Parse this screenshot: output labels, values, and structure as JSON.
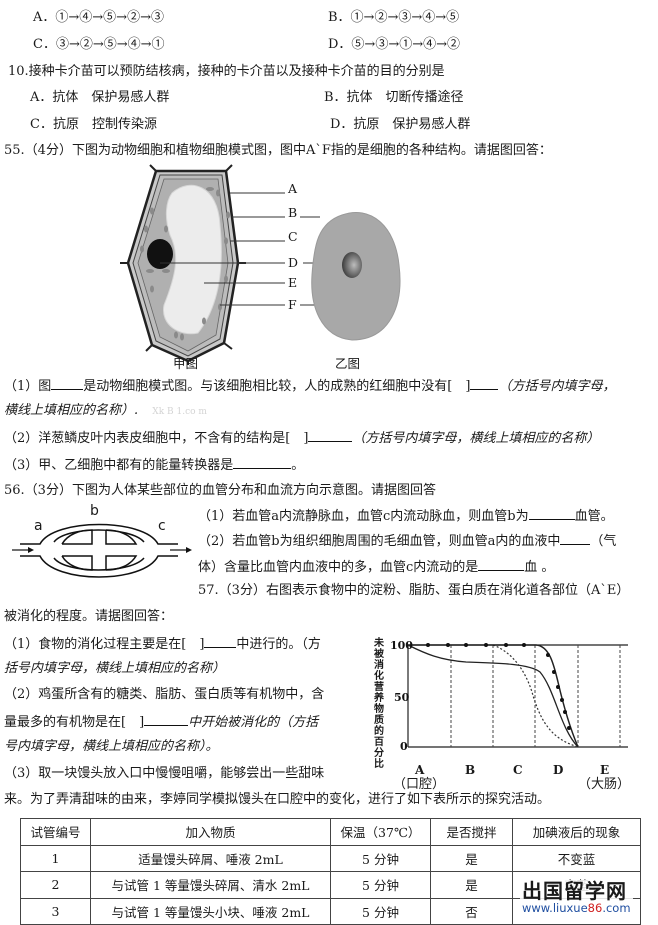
{
  "q9_options": {
    "A": "A．①→④→⑤→②→③",
    "B": "B．①→②→③→④→⑤",
    "C": "C．③→②→⑤→④→①",
    "D": "D．⑤→③→①→④→②"
  },
  "q10": {
    "stem": "10.接种卡介苗可以预防结核病，接种的卡介苗以及接种卡介苗的目的分别是",
    "A": "A．抗体　保护易感人群",
    "B": "B．抗体　切断传播途径",
    "C": "C．抗原　控制传染源",
    "D": "D．抗原　保护易感人群"
  },
  "q55": {
    "stem": "55.（4分）下图为动物细胞和植物细胞模式图，图中A`F指的是细胞的各种结构。请据图回答：",
    "figure_labels": [
      "A",
      "B",
      "C",
      "D",
      "E",
      "F"
    ],
    "caption_left": "甲图",
    "caption_right": "乙图",
    "sub1_a": "（1）图",
    "sub1_b": "是动物细胞模式图。与该细胞相比较，人的成熟的红细胞中没有[　]",
    "sub1_c": "（方括号内填字母，",
    "sub1_d": "横线上填相应的名称）.",
    "sub1_watermark": "Xk B 1.co m",
    "sub2_a": "（2）洋葱鳞皮叶内表皮细胞中，不含有的结构是[　]",
    "sub2_b": "（方括号内填字母，横线上填相应的名称）",
    "sub3_a": "（3）甲、乙细胞中都有的能量转换器是",
    "sub3_b": "。"
  },
  "q56": {
    "stem": "56.（3分）下图为人体某些部位的血管分布和血流方向示意图。请据图回答",
    "diagram_labels": {
      "a": "a",
      "b": "b",
      "c": "c"
    },
    "sub1_a": "（1）若血管a内流静脉血，血管c内流动脉血，则血管b为",
    "sub1_b": "血管。",
    "sub2_a": "（2）若血管b为组织细胞周围的毛细血管，则血管a内的血液中",
    "sub2_b": "（气",
    "sub2_c": "体）含量比血管内血液中的多，血管c内流动的是",
    "sub2_d": "血 。"
  },
  "q57": {
    "stem_a": "57.（3分）右图表示食物中的淀粉、脂肪、蛋白质在消化道各部位（A`E）",
    "stem_b": "被消化的程度。请据图回答：",
    "sub1_a": "（1）食物的消化过程主要是在[　]",
    "sub1_b": "中进行的。（方",
    "sub1_c": "括号内填字母，横线上填相应的名称）",
    "sub2_a": "（2）鸡蛋所含有的糖类、脂肪、蛋白质等有机物中，含",
    "sub2_b": "量最多的有机物是在[　]",
    "sub2_c": "中开始被消化的（方括",
    "sub2_d": "号内填字母，横线上填相应的名称）。",
    "sub3_a": "（3）取一块馒头放入口中慢慢咀嚼，能够尝出一些甜味",
    "sub3_b": "来。为了弄清甜味的由来，李婷同学模拟馒头在口腔中的变化，进行了如下表所示的探究活动。"
  },
  "chart_data": {
    "type": "line",
    "title": "",
    "xlabel": "",
    "ylabel": "未被消化营养物质的百分比",
    "categories": [
      "A",
      "B",
      "C",
      "D",
      "E"
    ],
    "category_notes": {
      "A": "（口腔）",
      "E": "（大肠）"
    },
    "yticks": [
      0,
      50,
      100
    ],
    "ylim": [
      0,
      100
    ],
    "grid": "vertical dashed separators between sections",
    "series": [
      {
        "name": "solid line (starch)",
        "style": "solid",
        "values_at_section_ends": [
          100,
          85,
          84,
          82,
          0
        ]
      },
      {
        "name": "dotted line (fat)",
        "style": "dotted",
        "values_at_section_ends": [
          100,
          100,
          100,
          55,
          0
        ]
      },
      {
        "name": "dotted-marker line (protein)",
        "style": "solid with dots",
        "values_at_section_ends": [
          100,
          100,
          100,
          100,
          0
        ]
      }
    ]
  },
  "table": {
    "headers": [
      "试管编号",
      "加入物质",
      "保温（37℃）",
      "是否搅拌",
      "加碘液后的现象"
    ],
    "rows": [
      [
        "1",
        "适量馒头碎屑、唾液 2mL",
        "5 分钟",
        "是",
        "不变蓝"
      ],
      [
        "2",
        "与试管 1 等量馒头碎屑、清水 2mL",
        "5 分钟",
        "是",
        "变蓝"
      ],
      [
        "3",
        "与试管 1 等量馒头小块、唾液 2mL",
        "5 分钟",
        "否",
        ""
      ]
    ]
  },
  "watermark": {
    "brand": "出国留学网",
    "url_a": "www.liuxue",
    "url_b": "86",
    "url_c": ".com"
  }
}
